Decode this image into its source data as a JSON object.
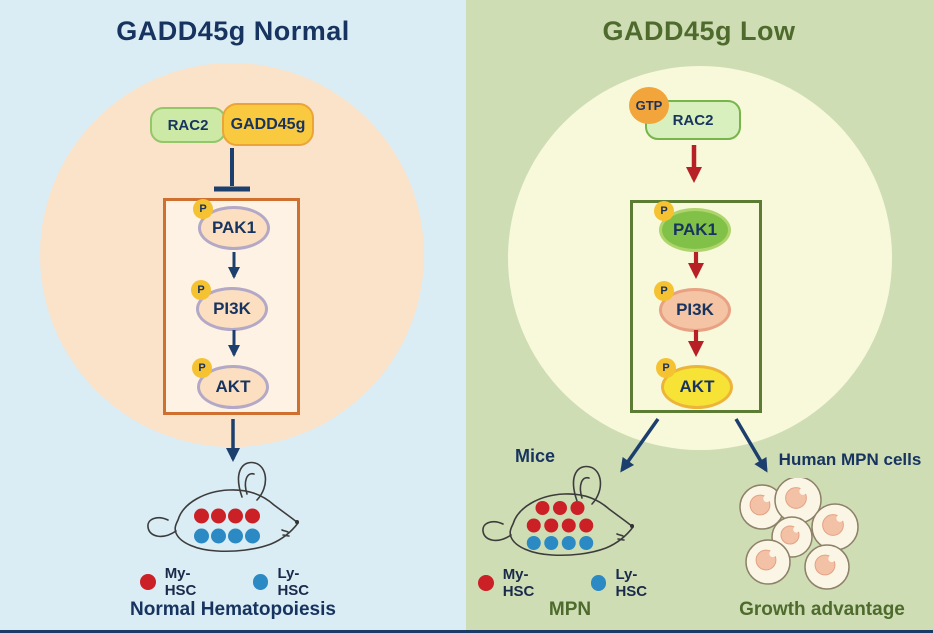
{
  "colors": {
    "left_bg": "#daecf4",
    "right_bg": "#cfddb5",
    "left_halo": "#fbe3ca",
    "right_halo": "#f8f9da",
    "navy": "#17335f",
    "green_text": "#4e6b2d",
    "red_arrow": "#b72025",
    "my_hsc_red": "#cb2026",
    "ly_hsc_blue": "#2b8ac4",
    "left_box_border": "#cf7030",
    "right_box_border": "#5d7c33",
    "p_badge": "#f5c232"
  },
  "left_panel": {
    "title": "GADD45g Normal",
    "complex": {
      "rac2": "RAC2",
      "gadd45g": "GADD45g"
    },
    "pathway": [
      {
        "label": "PAK1",
        "p": "P"
      },
      {
        "label": "PI3K",
        "p": "P"
      },
      {
        "label": "AKT",
        "p": "P"
      }
    ],
    "mouse_dot_rows": [
      {
        "color": "red",
        "count": 4
      },
      {
        "color": "blue",
        "count": 4
      }
    ],
    "legend": {
      "my": "My-HSC",
      "ly": "Ly-HSC"
    },
    "caption": "Normal Hematopoiesis"
  },
  "right_panel": {
    "title": "GADD45g Low",
    "gtp": "GTP",
    "rac2": "RAC2",
    "pathway": [
      {
        "label": "PAK1",
        "p": "P"
      },
      {
        "label": "PI3K",
        "p": "P"
      },
      {
        "label": "AKT",
        "p": "P"
      }
    ],
    "mice_label": "Mice",
    "human_label": "Human MPN cells",
    "mouse_dot_rows": [
      {
        "color": "red",
        "count": 3
      },
      {
        "color": "red",
        "count": 4
      },
      {
        "color": "blue",
        "count": 4
      }
    ],
    "cells_count": 6,
    "legend": {
      "my": "My-HSC",
      "ly": "Ly-HSC"
    },
    "caption_mice": "MPN",
    "caption_cells": "Growth advantage"
  }
}
